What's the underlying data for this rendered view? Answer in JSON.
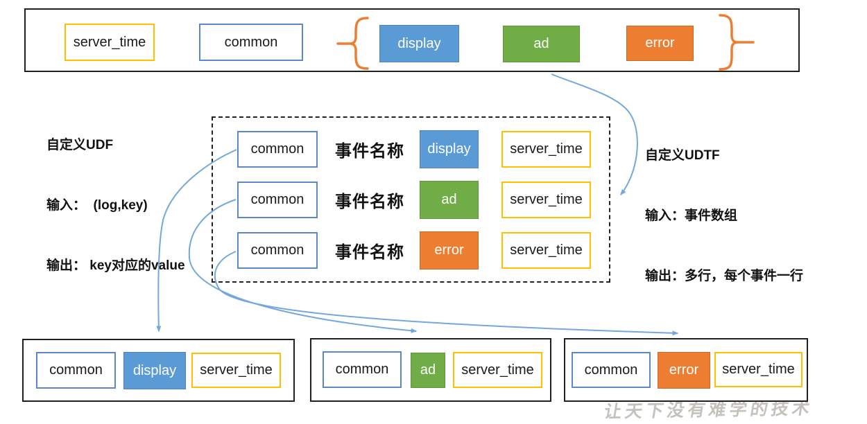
{
  "colors": {
    "blue_fill": "#5B9BD5",
    "green_fill": "#70AD47",
    "orange_fill": "#ED7D31",
    "yellow_border": "#FFC000",
    "blue_border": "#5B87C9",
    "arrow_blue": "#74A7DB",
    "brace_orange": "#ED7D31"
  },
  "top_row": {
    "server_time_label": "server_time",
    "common_label": "common",
    "events": [
      {
        "label": "display"
      },
      {
        "label": "ad"
      },
      {
        "label": "error"
      }
    ]
  },
  "udf_note": {
    "line1": "自定义UDF",
    "line2": "输入：  (log,key)",
    "line3": "输出： key对应的value"
  },
  "udtf_note": {
    "line1": "自定义UDTF",
    "line2": "输入：事件数组",
    "line3": "输出：多行，每个事件一行"
  },
  "middle": {
    "rows": [
      {
        "common": "common",
        "event_label": "事件名称",
        "event": "display",
        "server_time": "server_time"
      },
      {
        "common": "common",
        "event_label": "事件名称",
        "event": "ad",
        "server_time": "server_time"
      },
      {
        "common": "common",
        "event_label": "事件名称",
        "event": "error",
        "server_time": "server_time"
      }
    ]
  },
  "bottom": {
    "boxes": [
      {
        "common": "common",
        "event": "display",
        "server_time": "server_time"
      },
      {
        "common": "common",
        "event": "ad",
        "server_time": "server_time"
      },
      {
        "common": "common",
        "event": "error",
        "server_time": "server_time"
      }
    ]
  },
  "watermark": "让天下没有难学的技术"
}
